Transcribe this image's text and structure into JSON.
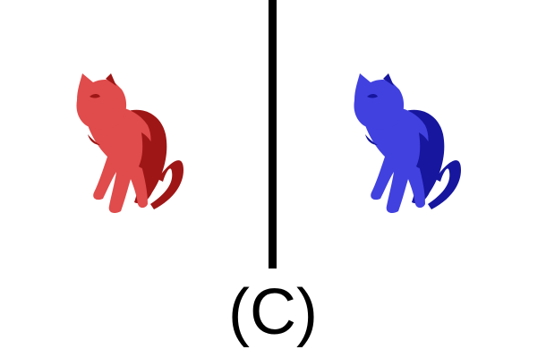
{
  "caption": "(C)",
  "colors": {
    "divider": "#000000",
    "left_body": "#e04b4b",
    "left_shadow": "#9e1616",
    "right_body": "#4141e0",
    "right_shadow": "#16169e"
  },
  "panels": [
    {
      "id": "left",
      "icon": "cat-icon",
      "body_color_key": "left_body",
      "shadow_color_key": "left_shadow"
    },
    {
      "id": "right",
      "icon": "cat-icon",
      "body_color_key": "right_body",
      "shadow_color_key": "right_shadow"
    }
  ]
}
